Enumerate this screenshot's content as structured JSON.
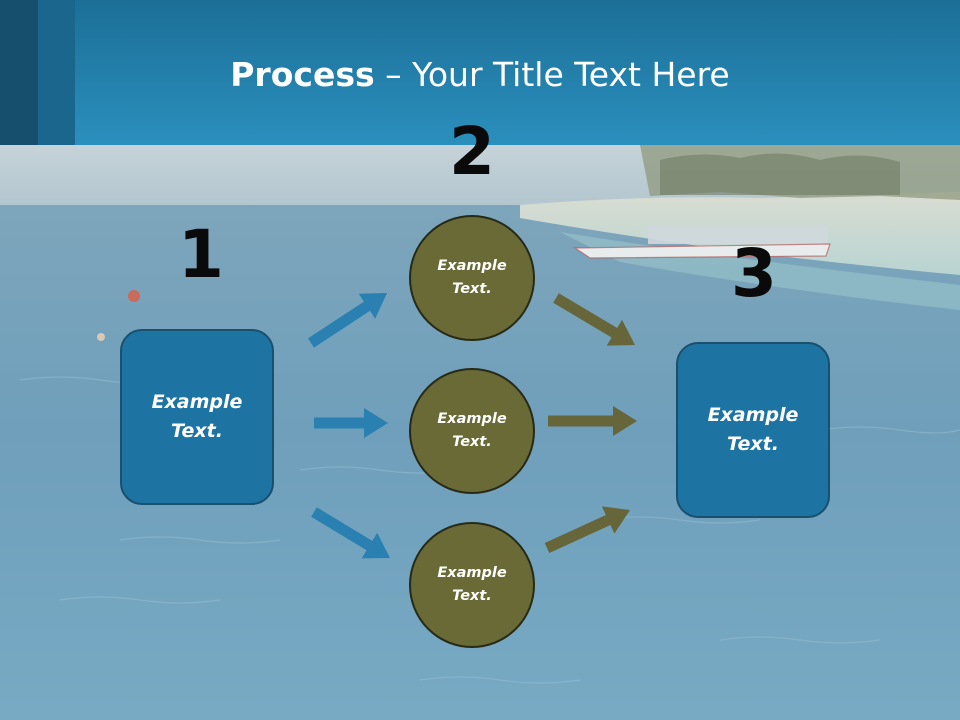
{
  "slide": {
    "title_bold": "Process",
    "title_rest": " – Your Title Text Here"
  },
  "diagram": {
    "step_numbers": [
      "1",
      "2",
      "3"
    ],
    "input_box": "Example\nText.",
    "output_box": "Example\nText.",
    "circles": [
      "Example\nText.",
      "Example\nText.",
      "Example\nText."
    ]
  },
  "colors": {
    "header": "#2b8fbd",
    "box_fill": "#1d74a3",
    "circle_fill": "#6a6a36",
    "arrow_blue": "#2a80b0",
    "arrow_olive": "#66663a"
  }
}
